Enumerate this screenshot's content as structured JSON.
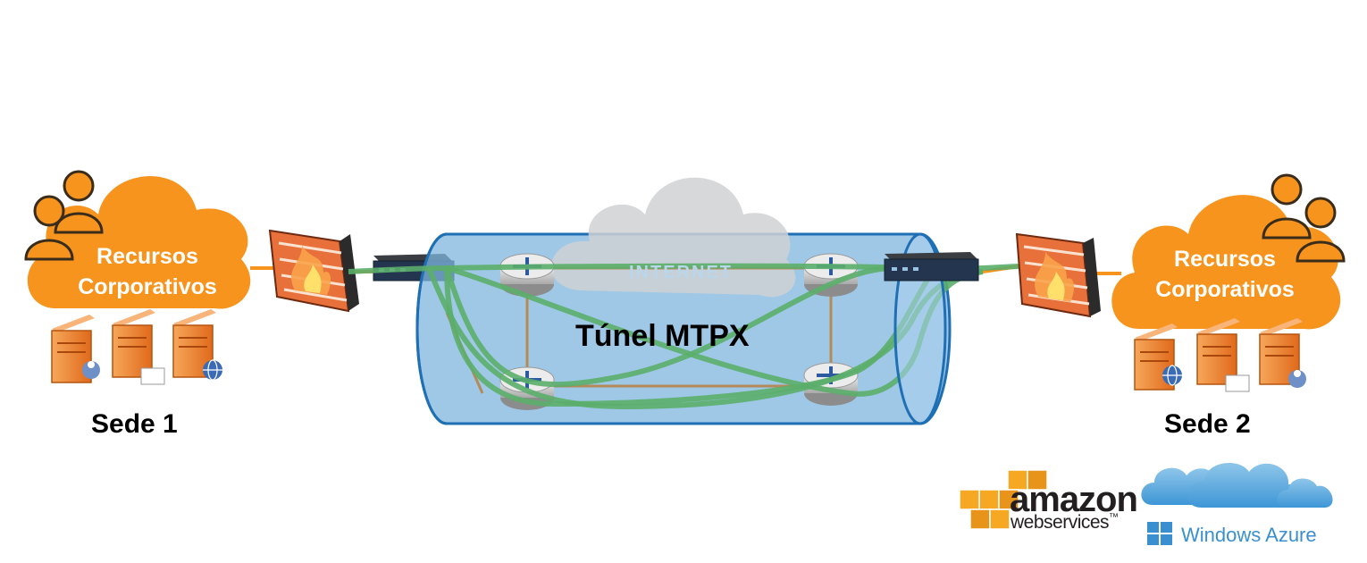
{
  "site1": {
    "cloud_label_line1": "Recursos",
    "cloud_label_line2": "Corporativos",
    "name": "Sede 1"
  },
  "site2": {
    "cloud_label_line1": "Recursos",
    "cloud_label_line2": "Corporativos",
    "name": "Sede 2"
  },
  "tunnel": {
    "label": "Túnel MTPX",
    "internet_label": "INTERNET"
  },
  "logos": {
    "aws_main": "amazon",
    "aws_sub": "webservices",
    "aws_tm": "™",
    "azure": "Windows Azure"
  },
  "colors": {
    "orange": "#f7941d",
    "tunnel_fill": "#7fb6df",
    "tunnel_stroke": "#1f6fb4",
    "path_green": "#5bae6a",
    "internet_cloud": "#cfd1d4",
    "azure_blue": "#3a8fd0",
    "aws_orange": "#f7a823"
  }
}
